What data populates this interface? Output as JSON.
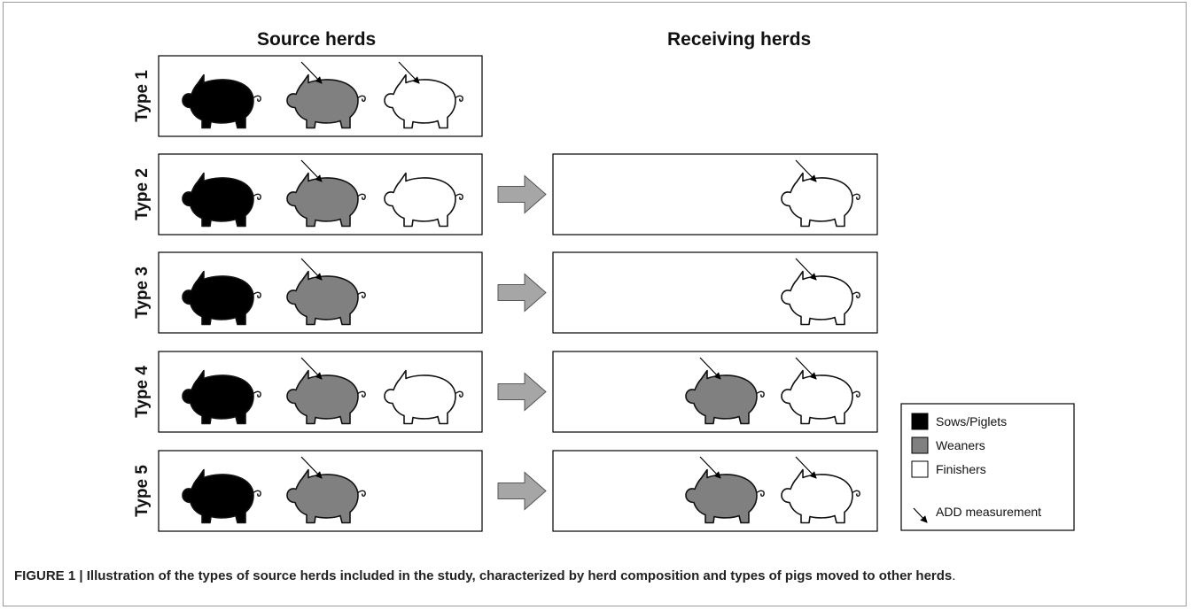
{
  "headers": {
    "source": "Source herds",
    "receiving": "Receiving herds"
  },
  "types": [
    {
      "label": "Type 1",
      "source": [
        "sows",
        "weaners",
        "finishers"
      ],
      "source_arrows": [
        "weaners",
        "finishers"
      ],
      "moved": false,
      "receiving": [],
      "receiving_arrows": []
    },
    {
      "label": "Type 2",
      "source": [
        "sows",
        "weaners",
        "finishers"
      ],
      "source_arrows": [
        "weaners"
      ],
      "moved": true,
      "receiving": [
        "finishers"
      ],
      "receiving_arrows": [
        "finishers"
      ]
    },
    {
      "label": "Type 3",
      "source": [
        "sows",
        "weaners"
      ],
      "source_arrows": [
        "weaners"
      ],
      "moved": true,
      "receiving": [
        "finishers"
      ],
      "receiving_arrows": [
        "finishers"
      ]
    },
    {
      "label": "Type 4",
      "source": [
        "sows",
        "weaners",
        "finishers"
      ],
      "source_arrows": [
        "weaners"
      ],
      "moved": true,
      "receiving": [
        "weaners",
        "finishers"
      ],
      "receiving_arrows": [
        "weaners",
        "finishers"
      ]
    },
    {
      "label": "Type 5",
      "source": [
        "sows",
        "weaners"
      ],
      "source_arrows": [
        "weaners"
      ],
      "moved": true,
      "receiving": [
        "weaners",
        "finishers"
      ],
      "receiving_arrows": [
        "weaners",
        "finishers"
      ]
    }
  ],
  "legend": {
    "items": [
      {
        "key": "sows",
        "label": "Sows/Piglets",
        "color": "#000000"
      },
      {
        "key": "weaners",
        "label": "Weaners",
        "color": "#808080"
      },
      {
        "key": "finishers",
        "label": "Finishers",
        "color": "#ffffff"
      }
    ],
    "measurement_label": "ADD measurement"
  },
  "pig_colors": {
    "sows": "#000000",
    "weaners": "#808080",
    "finishers": "#ffffff"
  },
  "move_arrow_color": "#a6a6a6",
  "caption": {
    "label": "FIGURE 1",
    "separator": " | ",
    "bold_text": "Illustration of the types of source herds included in the study, characterized by herd composition and types of pigs moved to other herds",
    "end": "."
  }
}
